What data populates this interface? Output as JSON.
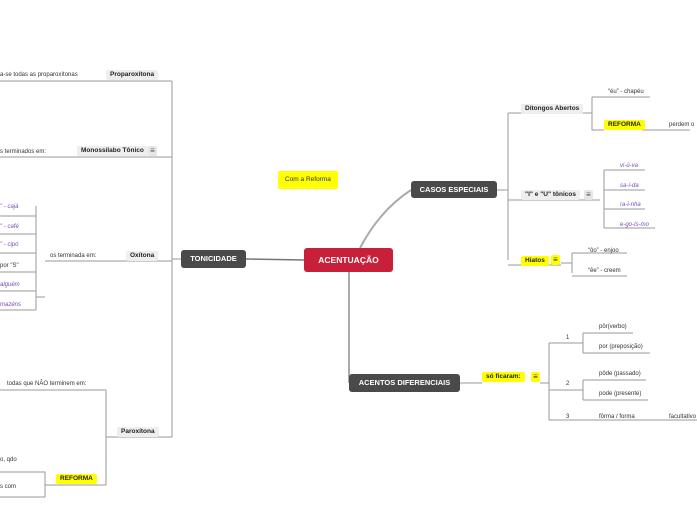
{
  "root": {
    "label": "ACENTUAÇÃO",
    "color": "#c8203a"
  },
  "reforma_box": "Com a Reforma",
  "tonicidade": {
    "label": "TONICIDADE",
    "proparoxitona": {
      "label": "Proparoxítona",
      "text": "a-se todas as proparoxítonas"
    },
    "monossilabo": {
      "label": "Monossílabo Tônico",
      "text": "s terminados em:"
    },
    "oxitona": {
      "label": "Oxítona",
      "text": "os terminada em:",
      "items": [
        "\" - cajá",
        "\" - café",
        "\" - cipó",
        "por \"S\"",
        "alguém",
        "mazéns"
      ]
    },
    "paroxitona": {
      "label": "Paroxítona",
      "text": "todas que NÃO terminem em:",
      "note": "o, qdo",
      "reforma": "REFORMA",
      "box_text": "s com"
    }
  },
  "casos": {
    "label": "CASOS ESPECIAIS",
    "ditongos": {
      "label": "Ditongos Abertos",
      "example": "“éu” - chapéu",
      "reforma": "REFORMA",
      "reforma_text": "perdem o"
    },
    "iu": {
      "label": "\"I\" e \"U\" tônicos",
      "items": [
        "vi-ú-va",
        "sa-í-da",
        "ra-i-nha",
        "e-go-ís-mo"
      ]
    },
    "hiatos": {
      "label": "Hiatos",
      "items": [
        "“ôo” - enjoo",
        "“êe” - creem"
      ]
    }
  },
  "diferenciais": {
    "label": "ACENTOS DIFERENCIAIS",
    "sub": "só ficaram:",
    "groups": [
      {
        "n": "1",
        "a": "pôr(verbo)",
        "b": "por (preposição)"
      },
      {
        "n": "2",
        "a": "pôde (passado)",
        "b": "pode (presente)"
      },
      {
        "n": "3",
        "a": "fôrma / forma",
        "b": "facultativo"
      }
    ]
  }
}
